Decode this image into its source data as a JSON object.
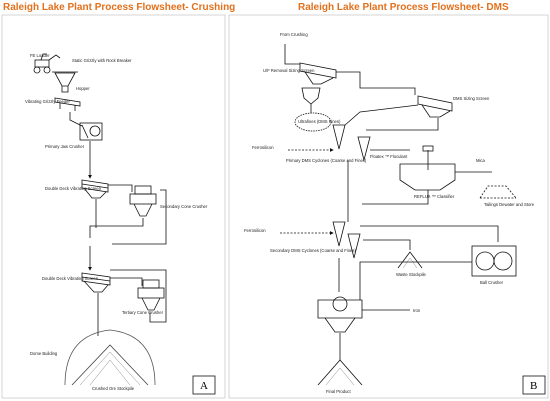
{
  "colors": {
    "title": "#E2711D",
    "line": "#111111"
  },
  "panelA": {
    "title": "Raleigh Lake Plant Process Flowsheet- Crushing",
    "letter": "A",
    "labels": {
      "fe_loader": "FE Loader",
      "static_grizzly": "Static Grizzly with Rock Breaker",
      "hopper": "Hopper",
      "vibrating_grizzly": "Vibrating Grizzly Feeder",
      "primary_jaw": "Primary Jaw Crusher",
      "double_deck_1": "Double Deck Vibrating Screen",
      "secondary_cone": "Secondary Cone Crusher",
      "double_deck_2": "Double Deck Vibrating Screen",
      "tertiary_cone": "Tertiary Cone Crusher",
      "dome_building": "Dome Building",
      "crushed_ore": "Crushed Ore Stockpile"
    }
  },
  "panelB": {
    "title": "Raleigh Lake Plant Process Flowsheet- DMS",
    "letter": "B",
    "labels": {
      "from_crushing": "From Crushing",
      "u_f_removal": "U/F Removal Sizing Screen",
      "fines": "Ultrafines (DMS Fines)",
      "dms_sizing": "DMS Sizing Screen",
      "ferrosilicon_1": "Ferrosilicon",
      "primary_dms": "Primary DMS Cyclones (Coarse and Fines)",
      "floatex": "Floatex ™ Floculant",
      "mica": "Mica",
      "reflux": "REFLUX ™ Classifier",
      "tailings": "Tailings Dewater and Store",
      "ferrosilicon_2": "Ferrosilicon",
      "secondary_dms": "Secondary DMS Cyclones (Coarse and Fines)",
      "waste": "Waste Stockpile",
      "ball_crusher": "Ball Crusher",
      "iron": "Iron",
      "final_product": "Final Product"
    }
  }
}
